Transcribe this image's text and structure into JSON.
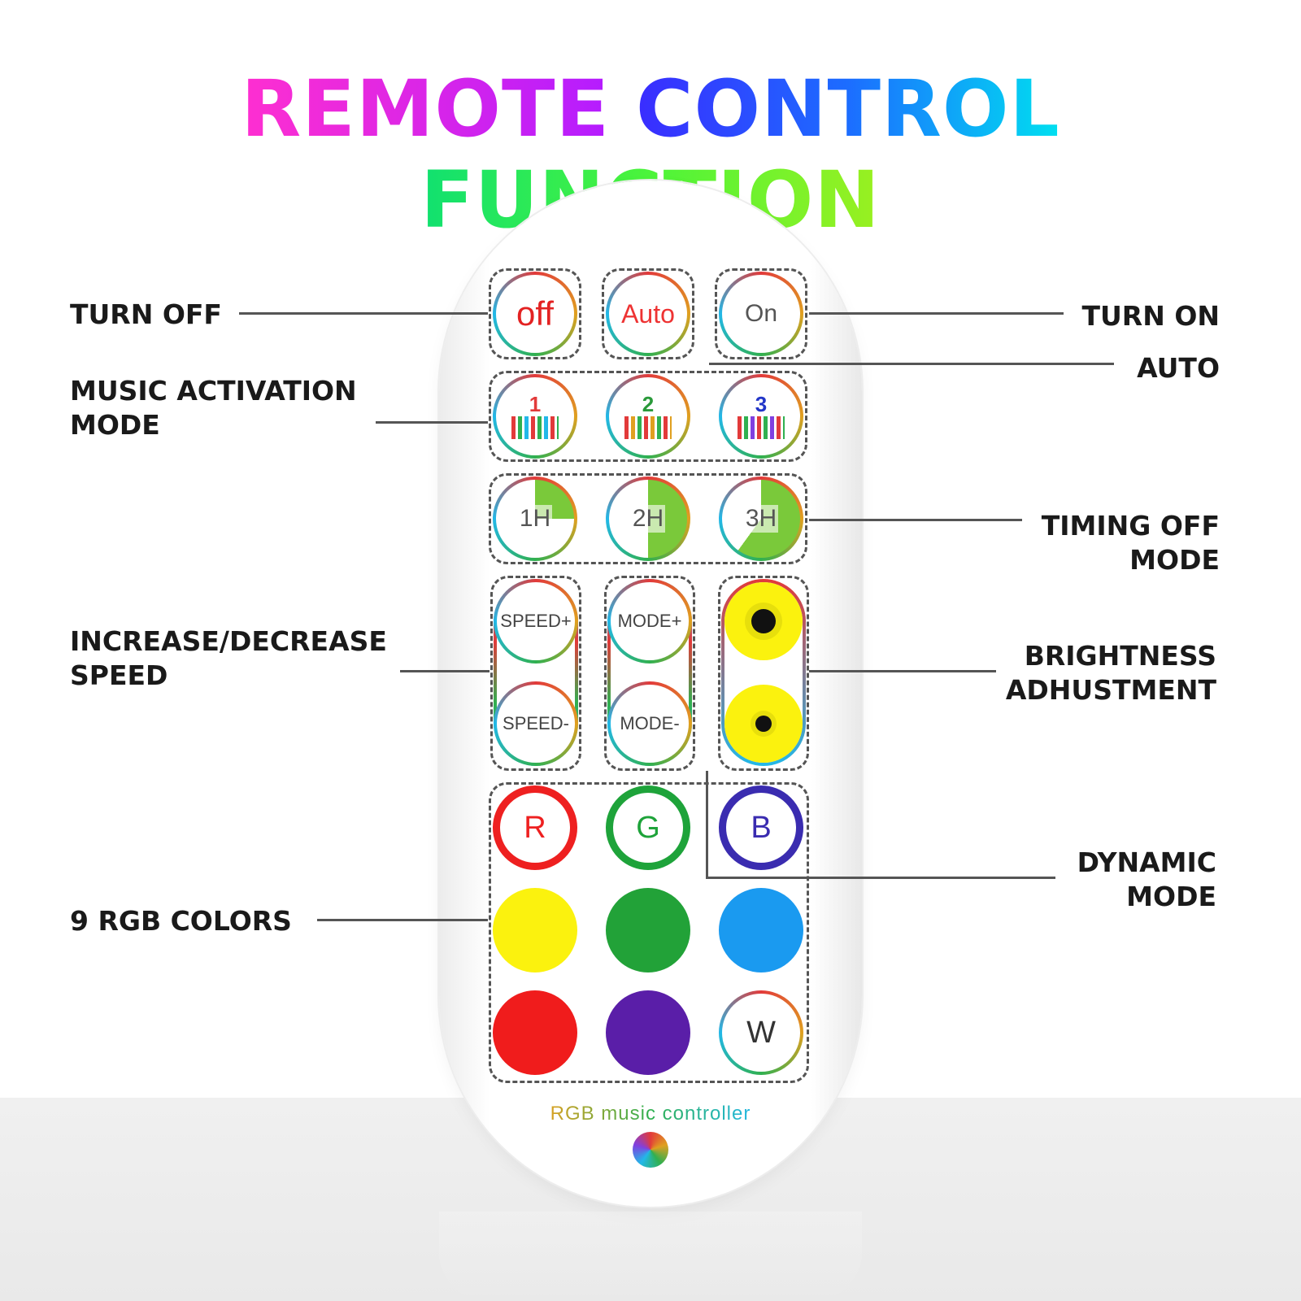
{
  "title": {
    "word1": "REMOTE",
    "word2": "CONTROL",
    "word3": "FUNCTION"
  },
  "labels": {
    "turn_off": "TURN OFF",
    "turn_on": "TURN ON",
    "auto": "AUTO",
    "music_mode": "MUSIC ACTIVATION\nMODE",
    "timing_off": "TIMING OFF\nMODE",
    "speed": "INCREASE/DECREASE\nSPEED",
    "brightness": "BRIGHTNESS\nADHUSTMENT",
    "dynamic": "DYNAMIC\nMODE",
    "rgb": "9 RGB COLORS"
  },
  "buttons": {
    "off": "off",
    "auto": "Auto",
    "on": "On",
    "music": [
      "1",
      "2",
      "3"
    ],
    "timer": [
      "1H",
      "2H",
      "3H"
    ],
    "speed_plus": "SPEED+",
    "speed_minus": "SPEED-",
    "mode_plus": "MODE+",
    "mode_minus": "MODE-",
    "r": "R",
    "g": "G",
    "b": "B",
    "w": "W"
  },
  "colors": {
    "red": "#ee2020",
    "green": "#1ea33a",
    "blue": "#3a2cb0",
    "yellow": "#fbf20e",
    "mid_green": "#22a238",
    "sky_blue": "#1a9af0",
    "solid_red": "#f01c1c",
    "purple": "#5a1ea8"
  },
  "brand": "RGB music controller"
}
